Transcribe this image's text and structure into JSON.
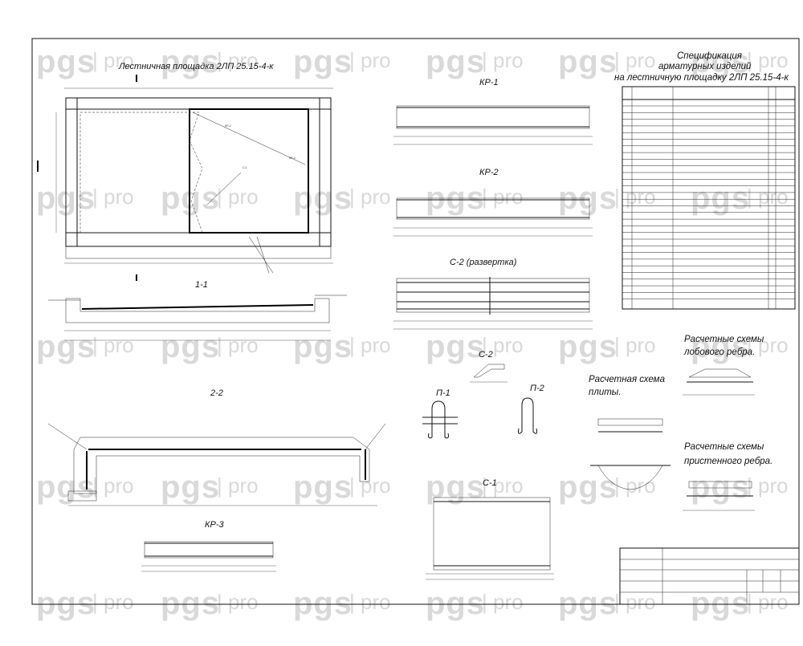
{
  "watermark": {
    "brand": "pgs",
    "sep": "|",
    "suffix": "pro"
  },
  "titles": {
    "main": "Лестничная площадка  2ЛП 25.15-4-к",
    "kr1": "КР-1",
    "kr2": "КР-2",
    "c2dev": "С-2 (развертка)",
    "s11": "1-1",
    "s22": "2-2",
    "kr3": "КР-3",
    "c2": "С-2",
    "p1": "П-1",
    "p2": "П-2",
    "c1": "С-1",
    "spec1": "Спецификация",
    "spec2": "арматурных изделий",
    "spec3": "на лестничную площадку    2ЛП 25.15-4-к",
    "calc_plate1": "Расчетная схема",
    "calc_plate2": "плиты.",
    "calc_front1": "Расчетные схемы",
    "calc_front2": "лобового ребра.",
    "calc_wall1": "Расчетные схемы",
    "calc_wall2": "пристенного ребра."
  }
}
